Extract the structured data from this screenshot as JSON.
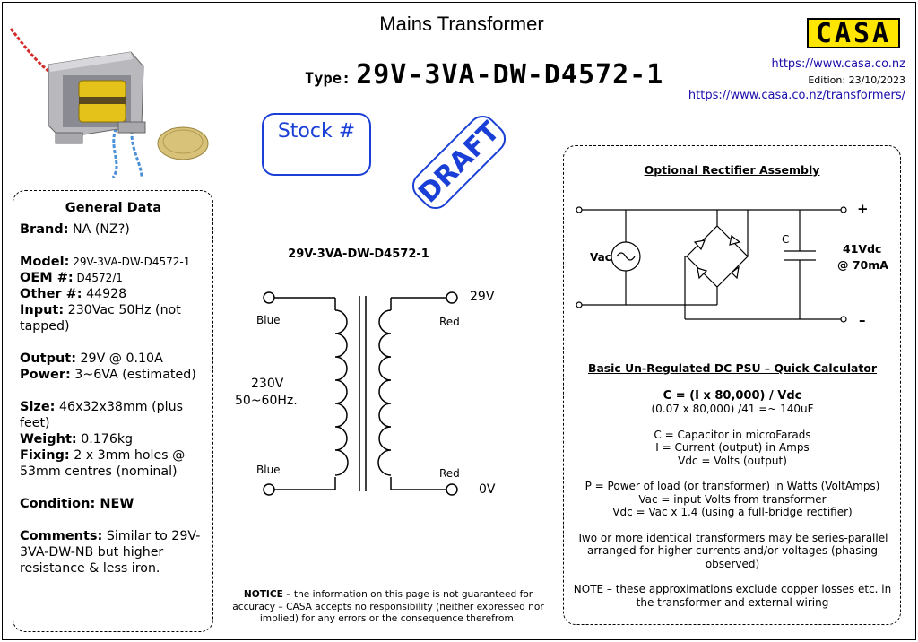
{
  "header": {
    "title": "Mains Transformer",
    "type_label": "Type:",
    "type_value": "29V-3VA-DW-D4572-1",
    "logo_text": "CASA",
    "link_home": "https://www.casa.co.nz",
    "edition": "Edition: 23/10/2023",
    "link_transformers": "https://www.casa.co.nz/transformers/"
  },
  "stamps": {
    "stock_label": "Stock #",
    "draft": "DRAFT"
  },
  "general": {
    "heading": "General Data",
    "brand_label": "Brand:",
    "brand_value": " NA (NZ?)",
    "model_label": "Model:",
    "model_value": " 29V-3VA-DW-D4572-1",
    "oem_label": "OEM #:",
    "oem_value": " D4572/1",
    "other_label": "Other #:",
    "other_value": " 44928",
    "input_label": "Input:",
    "input_value": " 230Vac 50Hz (not tapped)",
    "output_label": "Output:",
    "output_value": " 29V @ 0.10A",
    "power_label": "Power:",
    "power_value": " 3~6VA (estimated)",
    "size_label": "Size:",
    "size_value": " 46x32x38mm (plus feet)",
    "weight_label": "Weight:",
    "weight_value": " 0.176kg",
    "fixing_label": "Fixing:",
    "fixing_value": " 2 x 3mm holes @ 53mm centres (nominal)",
    "condition_label": "Condition:",
    "condition_value": " NEW",
    "comments_label": "Comments:",
    "comments_value": " Similar to 29V-3VA-DW-NB but higher resistance & less iron."
  },
  "schematic": {
    "title": "29V-3VA-DW-D4572-1",
    "primary_top": "Blue",
    "primary_bottom": "Blue",
    "primary_voltage": "230V",
    "primary_freq": "50~60Hz.",
    "secondary_top": "Red",
    "secondary_bottom": "Red",
    "secondary_top_v": "29V",
    "secondary_bottom_v": "0V"
  },
  "notice": {
    "label": "NOTICE",
    "text": " – the information on this page is not guaranteed for accuracy – CASA accepts no responsibility (neither expressed nor implied) for any errors or the consequence therefrom."
  },
  "rectifier": {
    "heading": "Optional Rectifier Assembly",
    "vac_label": "Vac",
    "cap_label": "C",
    "plus": "+",
    "minus": "–",
    "out_v": "41Vdc",
    "out_i": "@ 70mA"
  },
  "calculator": {
    "heading": "Basic Un-Regulated DC PSU – Quick Calculator",
    "formula": "C = (I x 80,000) / Vdc",
    "example": "(0.07 x 80,000) /41 =~ 140uF",
    "def_c": "C = Capacitor in microFarads",
    "def_i": "I = Current (output) in Amps",
    "def_vdc": "Vdc = Volts (output)",
    "def_p": "P = Power of load (or transformer) in Watts (VoltAmps)",
    "def_vac": "Vac = input Volts from transformer",
    "def_rel": "Vdc = Vac x 1.4 (using a full-bridge rectifier)",
    "series_note": "Two or more identical transformers may be series-parallel arranged for higher currents and/or voltages (phasing observed)",
    "final_note": "NOTE – these approximations exclude copper losses etc. in the transformer and external wiring"
  },
  "colors": {
    "accent_blue": "#1a3fd6",
    "logo_yellow": "#ffe600",
    "link": "#1a0dab"
  }
}
